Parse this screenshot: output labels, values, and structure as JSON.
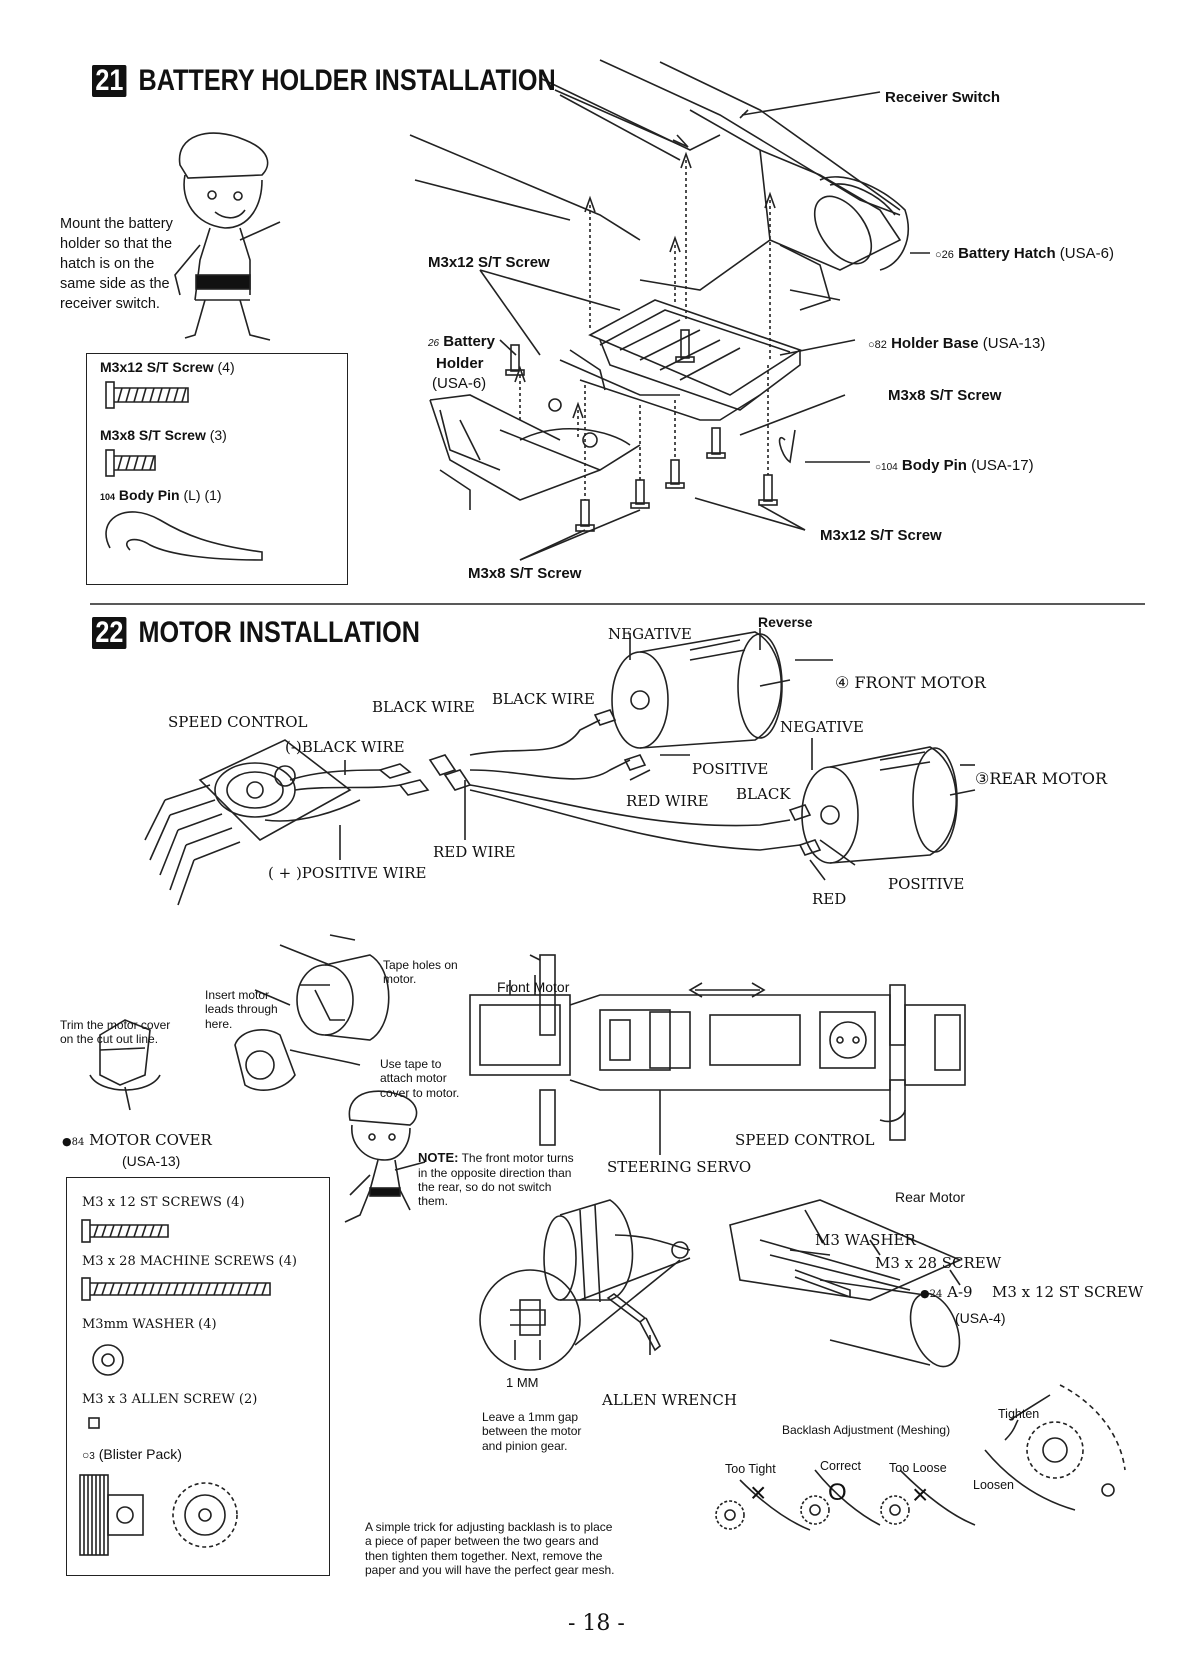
{
  "section21": {
    "number": "21",
    "title": "BATTERY HOLDER INSTALLATION",
    "mascot_note": [
      "Mount the battery",
      "holder so that the",
      "hatch is on the",
      "same side as the",
      "receiver switch."
    ],
    "parts": [
      {
        "label": "M3x12 S/T Screw",
        "qty": "(4)"
      },
      {
        "label": "M3x8 S/T Screw",
        "qty": "(3)"
      },
      {
        "ref": "104",
        "label": "Body Pin",
        "qty": "(L) (1)"
      }
    ],
    "callouts": {
      "receiver_switch": "Receiver Switch",
      "battery_hatch_ref": "26",
      "battery_hatch": "Battery Hatch",
      "battery_hatch_code": "(USA-6)",
      "m3x12_top": "M3x12 S/T Screw",
      "battery_holder_ref": "26",
      "battery_holder_1": "Battery",
      "battery_holder_2": "Holder",
      "battery_holder_code": "(USA-6)",
      "holder_base_ref": "82",
      "holder_base": "Holder Base",
      "holder_base_code": "(USA-13)",
      "m3x8_right": "M3x8 S/T Screw",
      "body_pin_ref": "104",
      "body_pin": "Body Pin",
      "body_pin_code": "(USA-17)",
      "m3x12_bottom": "M3x12 S/T Screw",
      "m3x8_bottom": "M3x8 S/T Screw"
    }
  },
  "section22": {
    "number": "22",
    "title": "MOTOR INSTALLATION",
    "wiring": {
      "negative_top": "NEGATIVE",
      "reverse": "Reverse",
      "front_motor": "④ FRONT MOTOR",
      "black_wire_1": "BLACK WIRE",
      "black_wire_2": "BLACK WIRE",
      "speed_control": "SPEED CONTROL",
      "neg_black_wire": "(-)BLACK WIRE",
      "negative_2": "NEGATIVE",
      "positive_1": "POSITIVE",
      "red_wire_1": "RED WIRE",
      "black": "BLACK",
      "rear_motor": "③REAR MOTOR",
      "red_wire_2": "RED WIRE",
      "pos_wire": "( + )POSITIVE WIRE",
      "positive_2": "POSITIVE",
      "red": "RED"
    },
    "assembly": {
      "tape_holes": [
        "Tape holes on",
        "motor."
      ],
      "insert_leads": [
        "Insert motor",
        "leads through",
        "here."
      ],
      "trim_cover": [
        "Trim the motor cover",
        "on the cut out line."
      ],
      "use_tape": [
        "Use tape to",
        "attach motor",
        "cover to motor."
      ],
      "front_motor": "Front Motor",
      "motor_cover_ref": "84",
      "motor_cover": "MOTOR COVER",
      "motor_cover_code": "(USA-13)",
      "note_label": "NOTE:",
      "note_text": [
        "The front motor turns",
        "in the opposite direction than",
        "the rear, so do not switch",
        "them."
      ],
      "speed_control": "SPEED CONTROL",
      "steering_servo": "STEERING SERVO",
      "rear_motor": "Rear Motor",
      "m3_washer": "M3 WASHER",
      "m3x28_screw": "M3 x 28 SCREW",
      "a9_ref": "24",
      "a9": "A-9",
      "m3x12_st": "M3 x 12 ST SCREW",
      "usa4": "(USA-4)",
      "gap_mm": "1 MM",
      "allen_wrench": "ALLEN WRENCH",
      "gap_note": [
        "Leave a 1mm gap",
        "between the motor",
        "and pinion gear."
      ],
      "backlash_title": "Backlash Adjustment (Meshing)",
      "too_tight": "Too Tight",
      "correct": "Correct",
      "too_loose": "Too Loose",
      "tighten": "Tighten",
      "loosen": "Loosen",
      "mark_x1": "×",
      "mark_o": "O",
      "mark_x2": "×",
      "trick": [
        "A simple trick for adjusting backlash is to place",
        "a piece of paper between the two gears and",
        "then tighten them together. Next, remove the",
        "paper and you will have the perfect gear mesh."
      ]
    },
    "parts": [
      {
        "label": "M3 x 12 ST SCREWS",
        "qty": "(4)"
      },
      {
        "label": "M3 x 28 MACHINE SCREWS",
        "qty": "(4)"
      },
      {
        "label": "M3mm WASHER",
        "qty": "(4)"
      },
      {
        "label": "M3 x 3 ALLEN SCREW",
        "qty": "(2)"
      },
      {
        "ref": "3",
        "label": "(Blister Pack)"
      }
    ]
  },
  "page_number": "- 18 -"
}
